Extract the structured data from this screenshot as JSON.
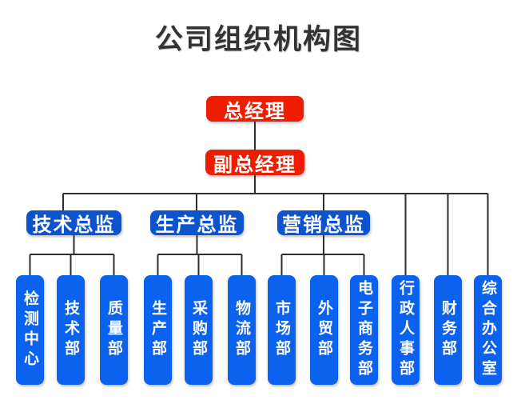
{
  "title": "公司组织机构图",
  "colors": {
    "red": "#ee1d02",
    "blue_director": "#0c53cd",
    "blue_dept": "#0b62ee",
    "line": "#2e2e2e",
    "title_color": "#333333",
    "box_text": "#ffffff",
    "bg": "#ffffff"
  },
  "org": {
    "general_manager": "总经理",
    "deputy_general_manager": "副总经理",
    "directors": [
      {
        "label": "技术总监",
        "departments": [
          "检测中心",
          "技术部",
          "质量部"
        ]
      },
      {
        "label": "生产总监",
        "departments": [
          "生产部",
          "采购部",
          "物流部"
        ]
      },
      {
        "label": "营销总监",
        "departments": [
          "市场部",
          "外贸部",
          "电子商务部"
        ]
      }
    ],
    "direct_departments": [
      "行政人事部",
      "财务部",
      "综合办公室"
    ]
  }
}
